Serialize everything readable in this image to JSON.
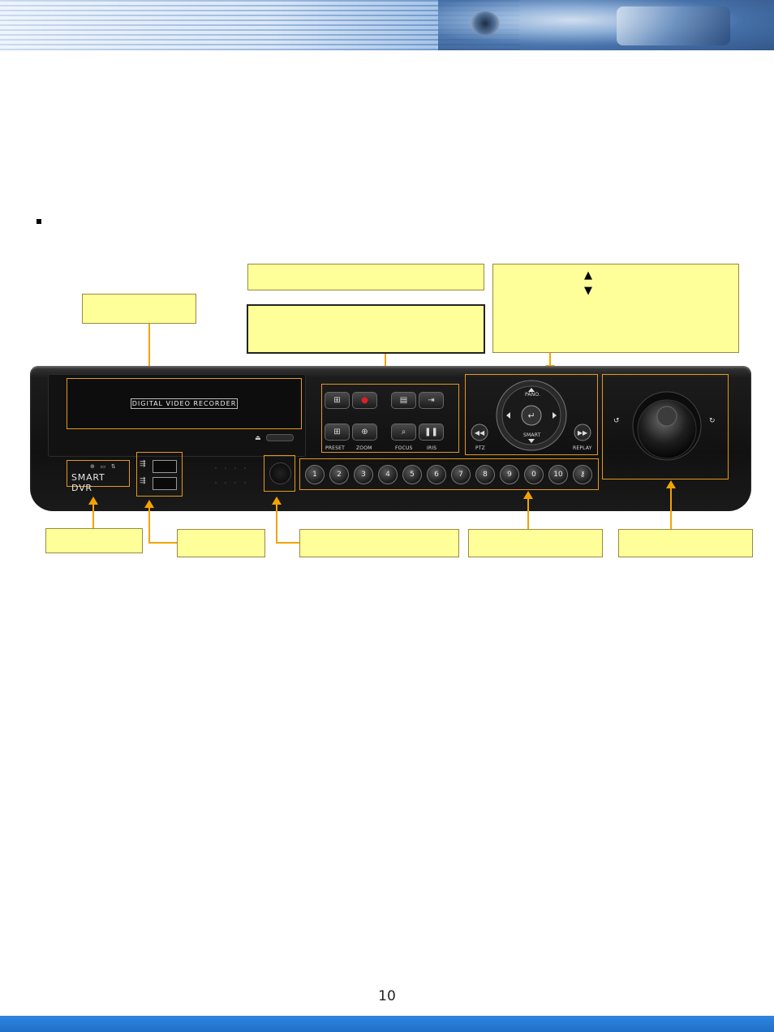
{
  "device": {
    "tray_label": "DIGITAL VIDEO RECORDER",
    "brand_label": "SMART DVR",
    "button_labels": {
      "preset": "PRESET",
      "zoom": "ZOOM",
      "focus": "FOCUS",
      "iris": "IRIS",
      "pano": "PANO.",
      "smart": "SMART",
      "ptz": "PTZ",
      "replay": "REPLAY"
    },
    "number_keys": [
      "1",
      "2",
      "3",
      "4",
      "5",
      "6",
      "7",
      "8",
      "9",
      "0",
      "10"
    ]
  },
  "callout_up_symbol": "▲",
  "callout_down_symbol": "▼",
  "page_number": "10",
  "colors": {
    "callout_fill": "#ffff99",
    "arrow": "#f3a300",
    "highlight_box": "#e39a1a",
    "footer_bar": "#2a7fd9"
  }
}
